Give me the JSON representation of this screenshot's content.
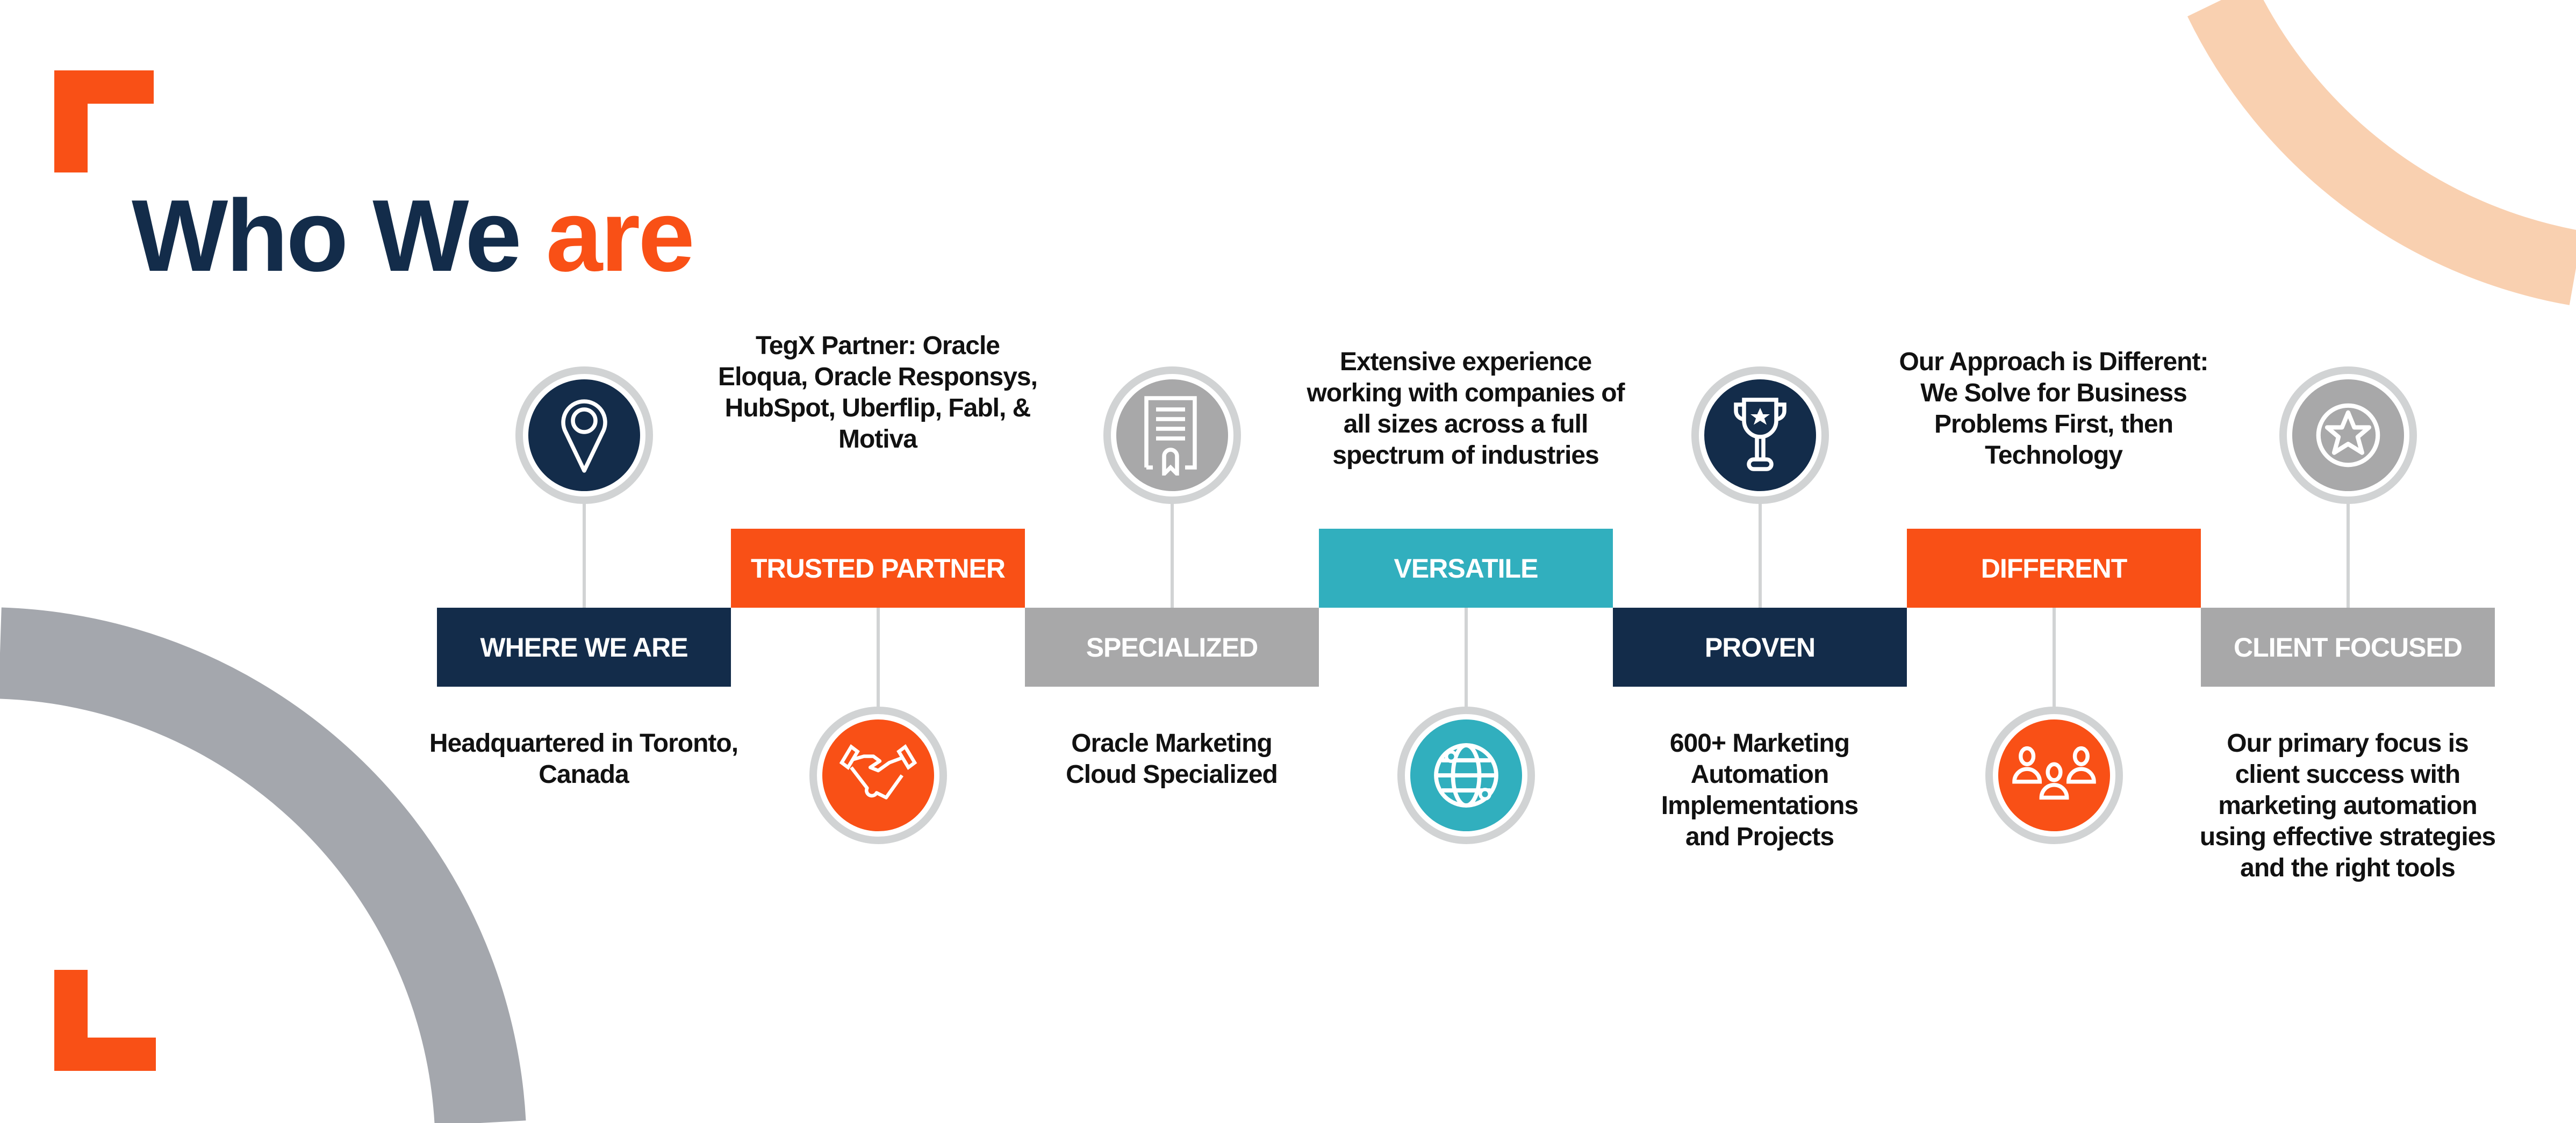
{
  "title": {
    "main": "Who We ",
    "accent": "are"
  },
  "colors": {
    "navy": "#132c4a",
    "orange": "#f95016",
    "teal": "#31afbe",
    "gray": "#a8a8a9",
    "peach": "#f9d0b0"
  },
  "items": [
    {
      "label": "WHERE WE ARE",
      "text": "Headquartered in Toronto, Canada",
      "icon": "map-pin-icon"
    },
    {
      "label": "TRUSTED PARTNER",
      "text": "TegX Partner: Oracle Eloqua, Oracle Responsys, HubSpot, Uberflip, Fabl, & Motiva",
      "icon": "handshake-icon"
    },
    {
      "label": "SPECIALIZED",
      "text": "Oracle Marketing Cloud Specialized",
      "icon": "certificate-icon"
    },
    {
      "label": "VERSATILE",
      "text": "Extensive experience working with companies of all sizes across a full spectrum of industries",
      "icon": "globe-icon"
    },
    {
      "label": "PROVEN",
      "text": "600+ Marketing Automation Implementations and Projects",
      "icon": "trophy-icon"
    },
    {
      "label": "DIFFERENT",
      "text": "Our Approach is Different: We Solve for Business Problems First, then Technology",
      "icon": "people-icon"
    },
    {
      "label": "CLIENT FOCUSED",
      "text": "Our primary focus is client success with marketing automation using effective strategies and the right tools",
      "icon": "star-badge-icon"
    }
  ]
}
